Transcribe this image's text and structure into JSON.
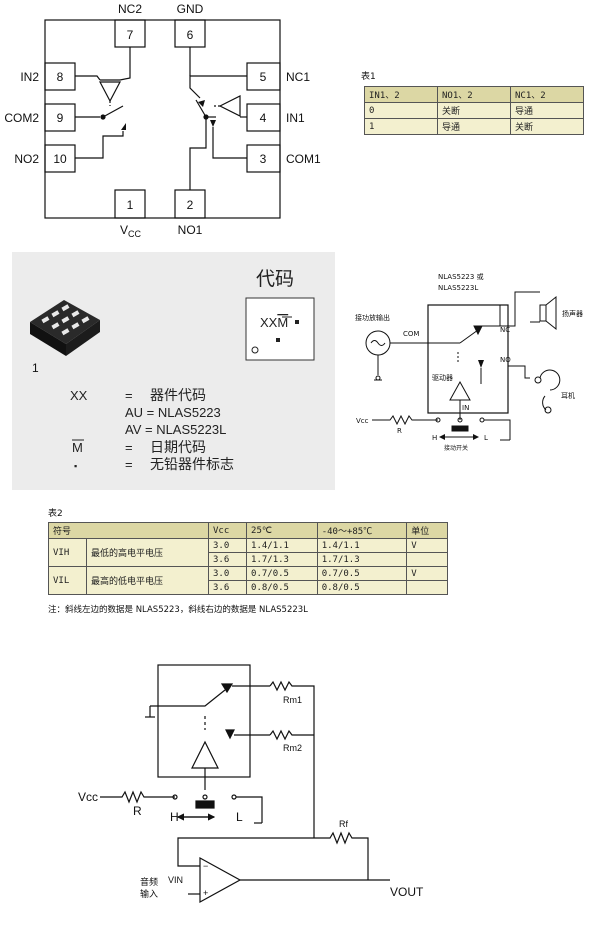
{
  "pinout": {
    "pin7": "7",
    "pin6": "6",
    "pin8": "8",
    "pin5": "5",
    "pin9": "9",
    "pin4": "4",
    "pin10": "10",
    "pin3": "3",
    "pin1": "1",
    "pin2": "2",
    "nc2": "NC2",
    "gnd": "GND",
    "in2": "IN2",
    "nc1": "NC1",
    "com2": "COM2",
    "in1": "IN1",
    "no2": "NO2",
    "com1": "COM1",
    "vcc": "V",
    "vcc_sub": "CC",
    "no1": "NO1"
  },
  "table1": {
    "caption": "表1",
    "header": [
      "IN1、2",
      "NO1、2",
      "NC1、2"
    ],
    "rows": [
      [
        "0",
        "关断",
        "导通"
      ],
      [
        "1",
        "导通",
        "关断"
      ]
    ]
  },
  "marking": {
    "title": "代码",
    "package_pin": "1",
    "code_main": "XX",
    "code_over": "M",
    "legend": [
      {
        "key": "XX",
        "eq": "=",
        "desc": "器件代码"
      },
      {
        "key": "",
        "eq": "",
        "desc": "AU = NLAS5223"
      },
      {
        "key": "",
        "eq": "",
        "desc": "AV = NLAS5223L"
      },
      {
        "key": "M",
        "eq": "=",
        "desc": "日期代码"
      },
      {
        "key": "▪",
        "eq": "=",
        "desc": "无铅器件标志"
      }
    ]
  },
  "app1": {
    "title_line1": "NLAS5223 或",
    "title_line2": "NLAS5223L",
    "amp_out": "接功放输出",
    "com": "COM",
    "nc": "NC",
    "no": "NO",
    "speaker": "扬声器",
    "earphone": "耳机",
    "driver": "驱动器",
    "in": "IN",
    "vcc": "Vcc",
    "r": "R",
    "h": "H",
    "l": "L",
    "switch": "接动开关"
  },
  "table2": {
    "caption": "表2",
    "header": [
      "符号",
      "",
      "Vcc",
      "25℃",
      "-40～+85℃",
      "单位"
    ],
    "rows": [
      [
        "VIH",
        "最低的高电平电压",
        "3.0",
        "1.4/1.1",
        "1.4/1.1",
        "V"
      ],
      [
        "",
        "",
        "3.6",
        "1.7/1.3",
        "1.7/1.3",
        ""
      ],
      [
        "VIL",
        "最高的低电平电压",
        "3.0",
        "0.7/0.5",
        "0.7/0.5",
        "V"
      ],
      [
        "",
        "",
        "3.6",
        "0.8/0.5",
        "0.8/0.5",
        ""
      ]
    ],
    "note": "注：斜线左边的数据是 NLAS5223，斜线右边的数据是 NLAS5223L"
  },
  "app2": {
    "rm1": "Rm1",
    "rm2": "Rm2",
    "rf": "Rf",
    "vcc": "Vcc",
    "r": "R",
    "h": "H",
    "l": "L",
    "audio_line1": "音频",
    "audio_line2": "输入",
    "vin": "VIN",
    "vout": "VOUT"
  }
}
